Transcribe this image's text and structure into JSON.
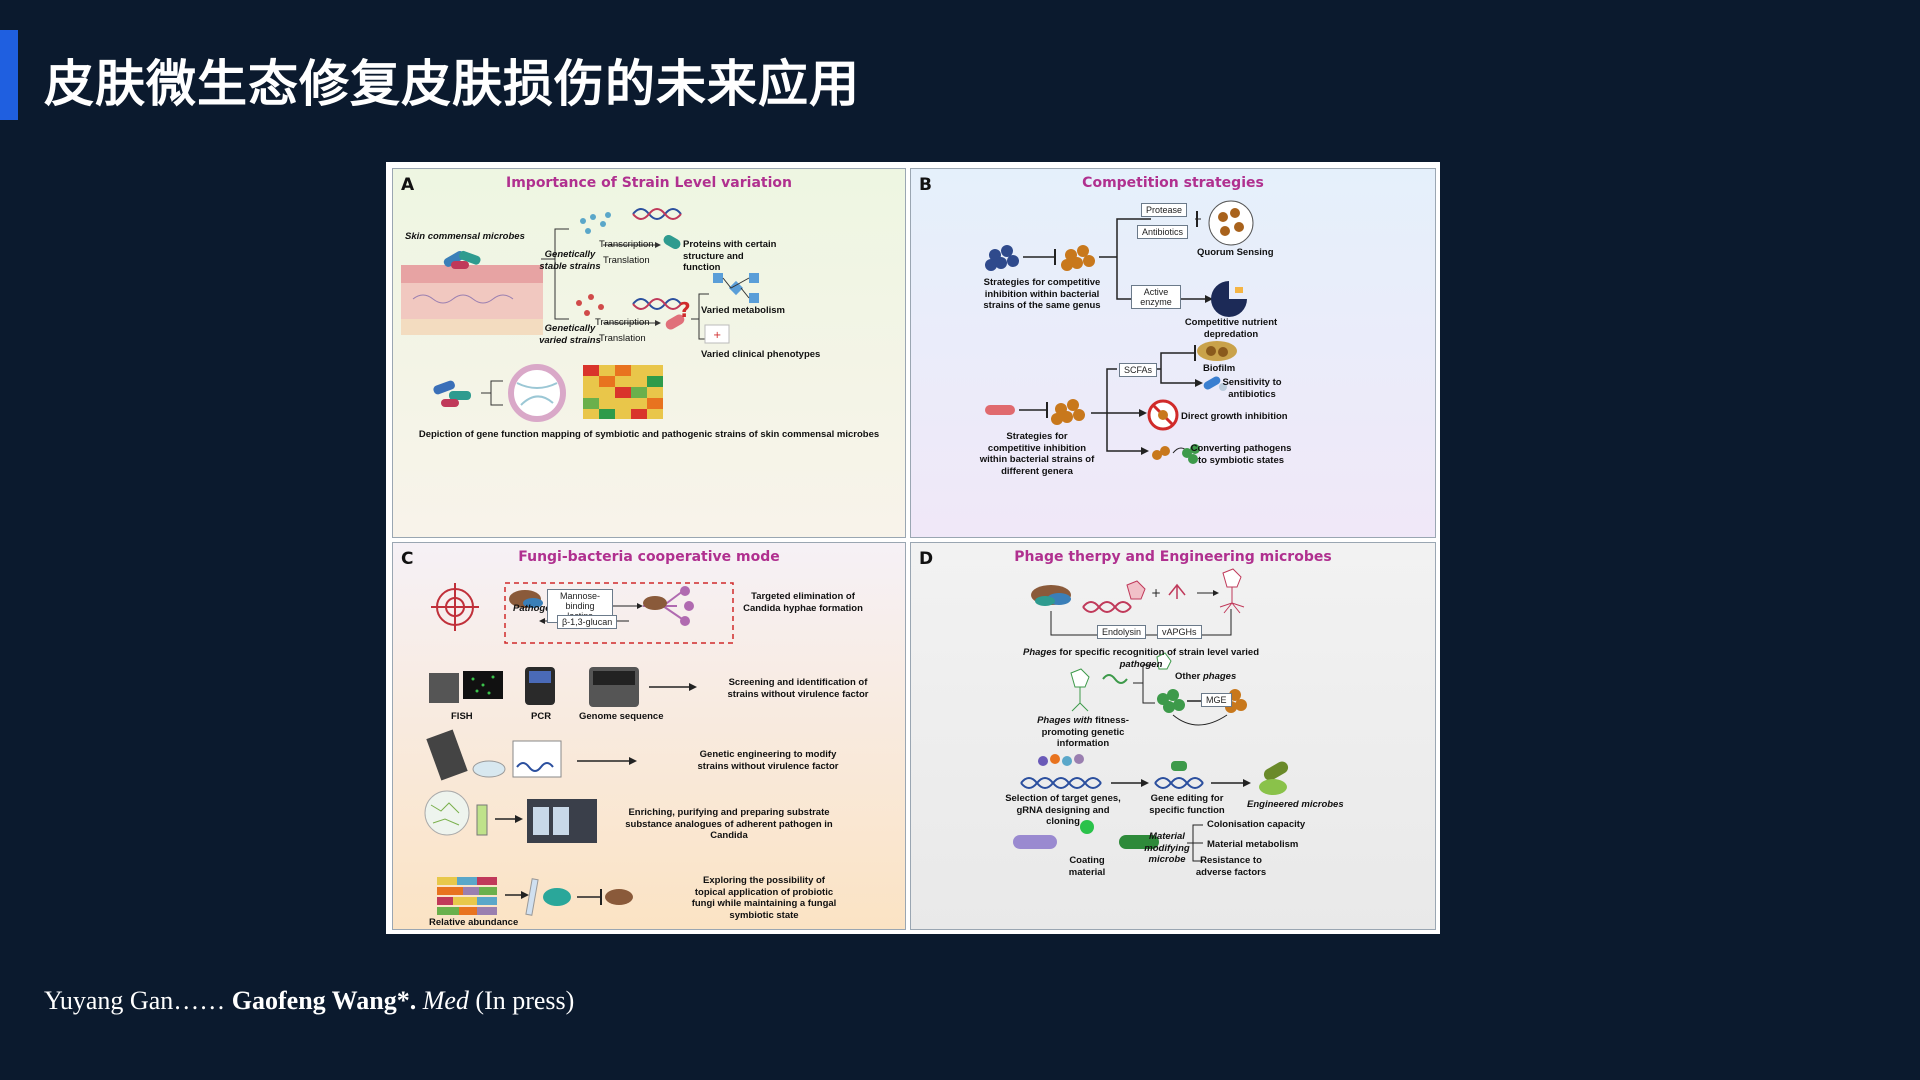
{
  "slide": {
    "title": "皮肤微生态修复皮肤损伤的未来应用",
    "accent_color": "#1f5fe0",
    "background_color": "#0b1a2e"
  },
  "figure": {
    "panelA": {
      "letter": "A",
      "title": "Importance of Strain Level variation",
      "skin_label": "Skin commensal microbes",
      "stable": "Genetically stable strains",
      "varied": "Genetically varied strains",
      "transcription": "Transcription",
      "translation": "Translation",
      "proteins": "Proteins with certain structure and function",
      "metabolism": "Varied metabolism",
      "phenotypes": "Varied clinical phenotypes",
      "caption": "Depiction of gene function mapping of symbiotic and pathogenic strains of skin commensal microbes"
    },
    "panelB": {
      "letter": "B",
      "title": "Competition strategies",
      "protease": "Protease",
      "antibiotics": "Antibiotics",
      "quorum": "Quorum Sensing",
      "active_enzyme": "Active enzyme",
      "nutrient": "Competitive nutrient depredation",
      "same_genus": "Strategies for competitive inhibition within bacterial strains of the same genus",
      "scfas": "SCFAs",
      "biofilm": "Biofilm",
      "sensitivity": "Sensitivity to antibiotics",
      "direct": "Direct growth inhibition",
      "converting": "Converting pathogens to symbiotic states",
      "diff_genera": "Strategies for competitive inhibition within bacterial strains of different genera"
    },
    "panelC": {
      "letter": "C",
      "title": "Fungi-bacteria cooperative mode",
      "pathogen": "Pathogen",
      "lectins": "Mannose-binding lectins",
      "glucan": "β-1,3-glucan",
      "targeted": "Targeted elimination of Candida hyphae formation",
      "fish": "FISH",
      "pcr": "PCR",
      "genome": "Genome sequence",
      "screening": "Screening and identification of strains without virulence factor",
      "genetic": "Genetic engineering to modify strains without virulence factor",
      "enriching": "Enriching, purifying and preparing substrate substance analogues of adherent pathogen in Candida",
      "exploring": "Exploring the possibility of topical application of probiotic fungi while maintaining a fungal symbiotic state",
      "relative": "Relative abundance"
    },
    "panelD": {
      "letter": "D",
      "title": "Phage therpy and Engineering microbes",
      "endolysin": "Endolysin",
      "vapghs": "vAPGHs",
      "phages_caption_a": "Phages",
      "phages_caption_b": " for specific recognition of strain level varied ",
      "phages_caption_c": "pathogen",
      "other_phages_a": "Other ",
      "other_phages_b": "phages",
      "mge": "MGE",
      "fitness_a": "Phages with",
      "fitness_b": " fitness-promoting genetic information",
      "selection": "Selection of target genes, gRNA designing and cloning",
      "gene_editing": "Gene editing for specific function",
      "engineered": "Engineered microbes",
      "coating": "Coating material",
      "material_modifying": "Material modifying microbe",
      "colonisation": "Colonisation capacity",
      "metabolism": "Material metabolism",
      "resistance": "Resistance to adverse factors"
    }
  },
  "citation": {
    "authors": "Yuyang Gan…… ",
    "corresponding": "Gaofeng Wang*.",
    "journal": "Med",
    "status": "(In press)"
  }
}
